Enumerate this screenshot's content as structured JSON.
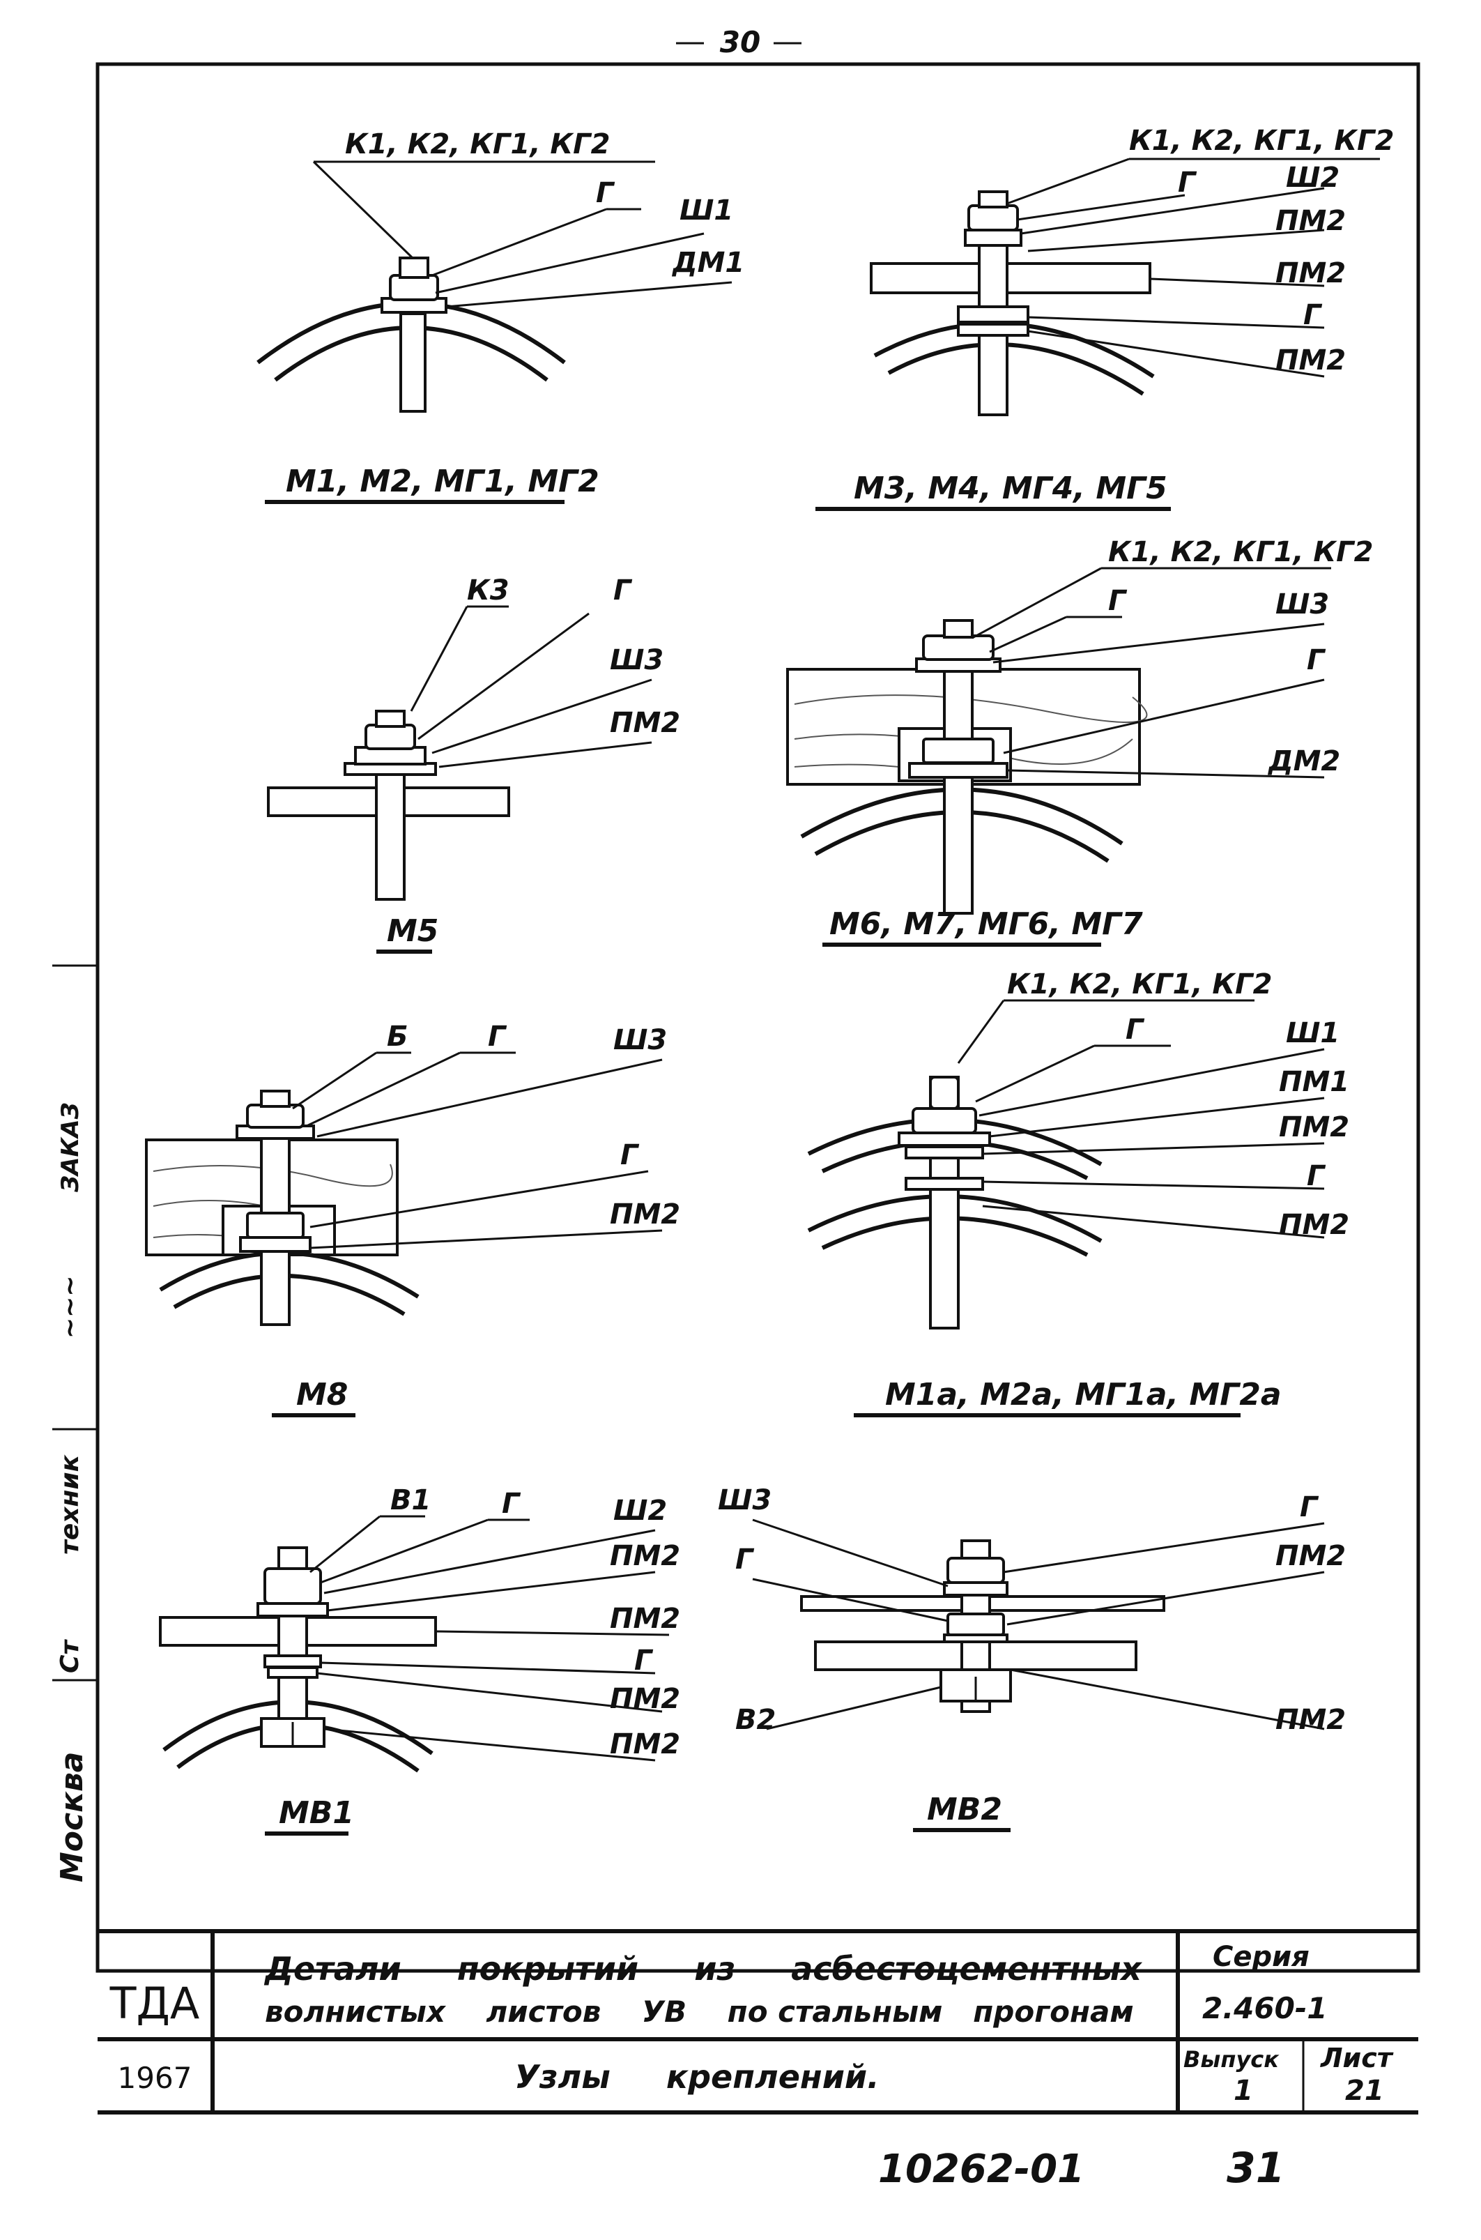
{
  "page_number": "30",
  "nodes": [
    {
      "caption": "М1, М2, МГ1, МГ2",
      "labels": [
        "К1, К2, КГ1, КГ2",
        "Г",
        "Ш1",
        "ДМ1"
      ]
    },
    {
      "caption": "М3, М4, МГ4, МГ5",
      "labels": [
        "К1, К2, КГ1, КГ2",
        "Г",
        "Ш2",
        "ПМ2",
        "ПМ2",
        "Г",
        "ПМ2"
      ]
    },
    {
      "caption": "М5",
      "labels": [
        "К3",
        "Г",
        "Ш3",
        "ПМ2"
      ]
    },
    {
      "caption": "М6, М7, МГ6, МГ7",
      "labels": [
        "К1, К2, КГ1, КГ2",
        "Г",
        "Ш3",
        "Г",
        "ДМ2"
      ]
    },
    {
      "caption": "М8",
      "labels": [
        "Б",
        "Г",
        "Ш3",
        "Г",
        "ПМ2"
      ]
    },
    {
      "caption": "М1а, М2а, МГ1а, МГ2а",
      "labels": [
        "К1, К2, КГ1, КГ2",
        "Г",
        "Ш1",
        "ПМ1",
        "ПМ2",
        "Г",
        "ПМ2"
      ]
    },
    {
      "caption": "МВ1",
      "labels": [
        "В1",
        "Г",
        "Ш2",
        "ПМ2",
        "ПМ2",
        "Г",
        "ПМ2",
        "ПМ2"
      ]
    },
    {
      "caption": "МВ2",
      "labels": [
        "Ш3",
        "Г",
        "Г",
        "ПМ2",
        "В2",
        "ПМ2"
      ]
    }
  ],
  "side_margin": {
    "city": "Москва",
    "role_1": "техник",
    "role_2": "Ст",
    "signature": "~~~",
    "role_3": "ЗАКАЗ"
  },
  "title_block": {
    "org": "ТДА",
    "year": "1967",
    "title_line1": "Детали     покрытий     из     асбестоцементных",
    "title_line2": "волнистых    листов    УВ    по стальным   прогонам",
    "subtitle": "Узлы     креплений.",
    "series_label": "Серия",
    "series_value": "2.460-1",
    "issue_label": "Выпуск",
    "issue_value": "1",
    "sheet_label": "Лист",
    "sheet_value": "21"
  },
  "footer": {
    "code": "10262-01",
    "page": "31"
  }
}
